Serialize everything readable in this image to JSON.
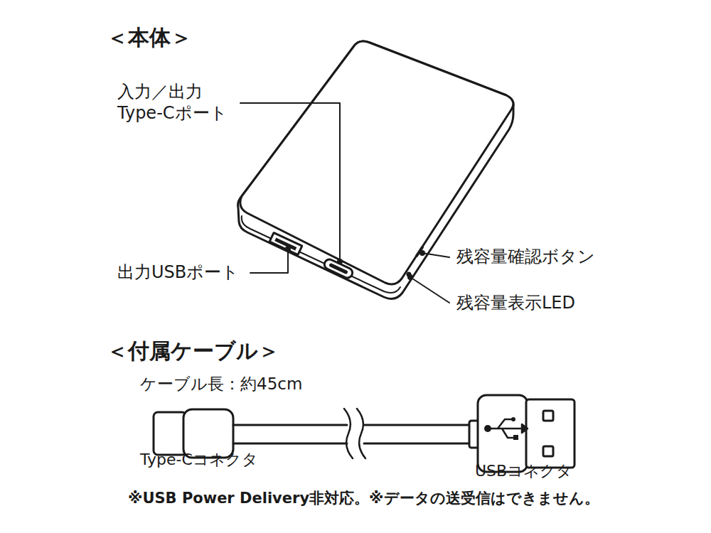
{
  "diagram": {
    "caption": "※USB Power Delivery非対応。※データの送受信はできません。",
    "labels": [
      "＜本体＞",
      "入力／出力 Type-Cポート",
      "出力USBポート",
      "残容量確認ボタン",
      "残容量表示LED",
      "＜付属ケーブル＞",
      "ケーブル長：約45cm",
      "Type-Cコネクタ",
      "USBコネクタ"
    ]
  }
}
